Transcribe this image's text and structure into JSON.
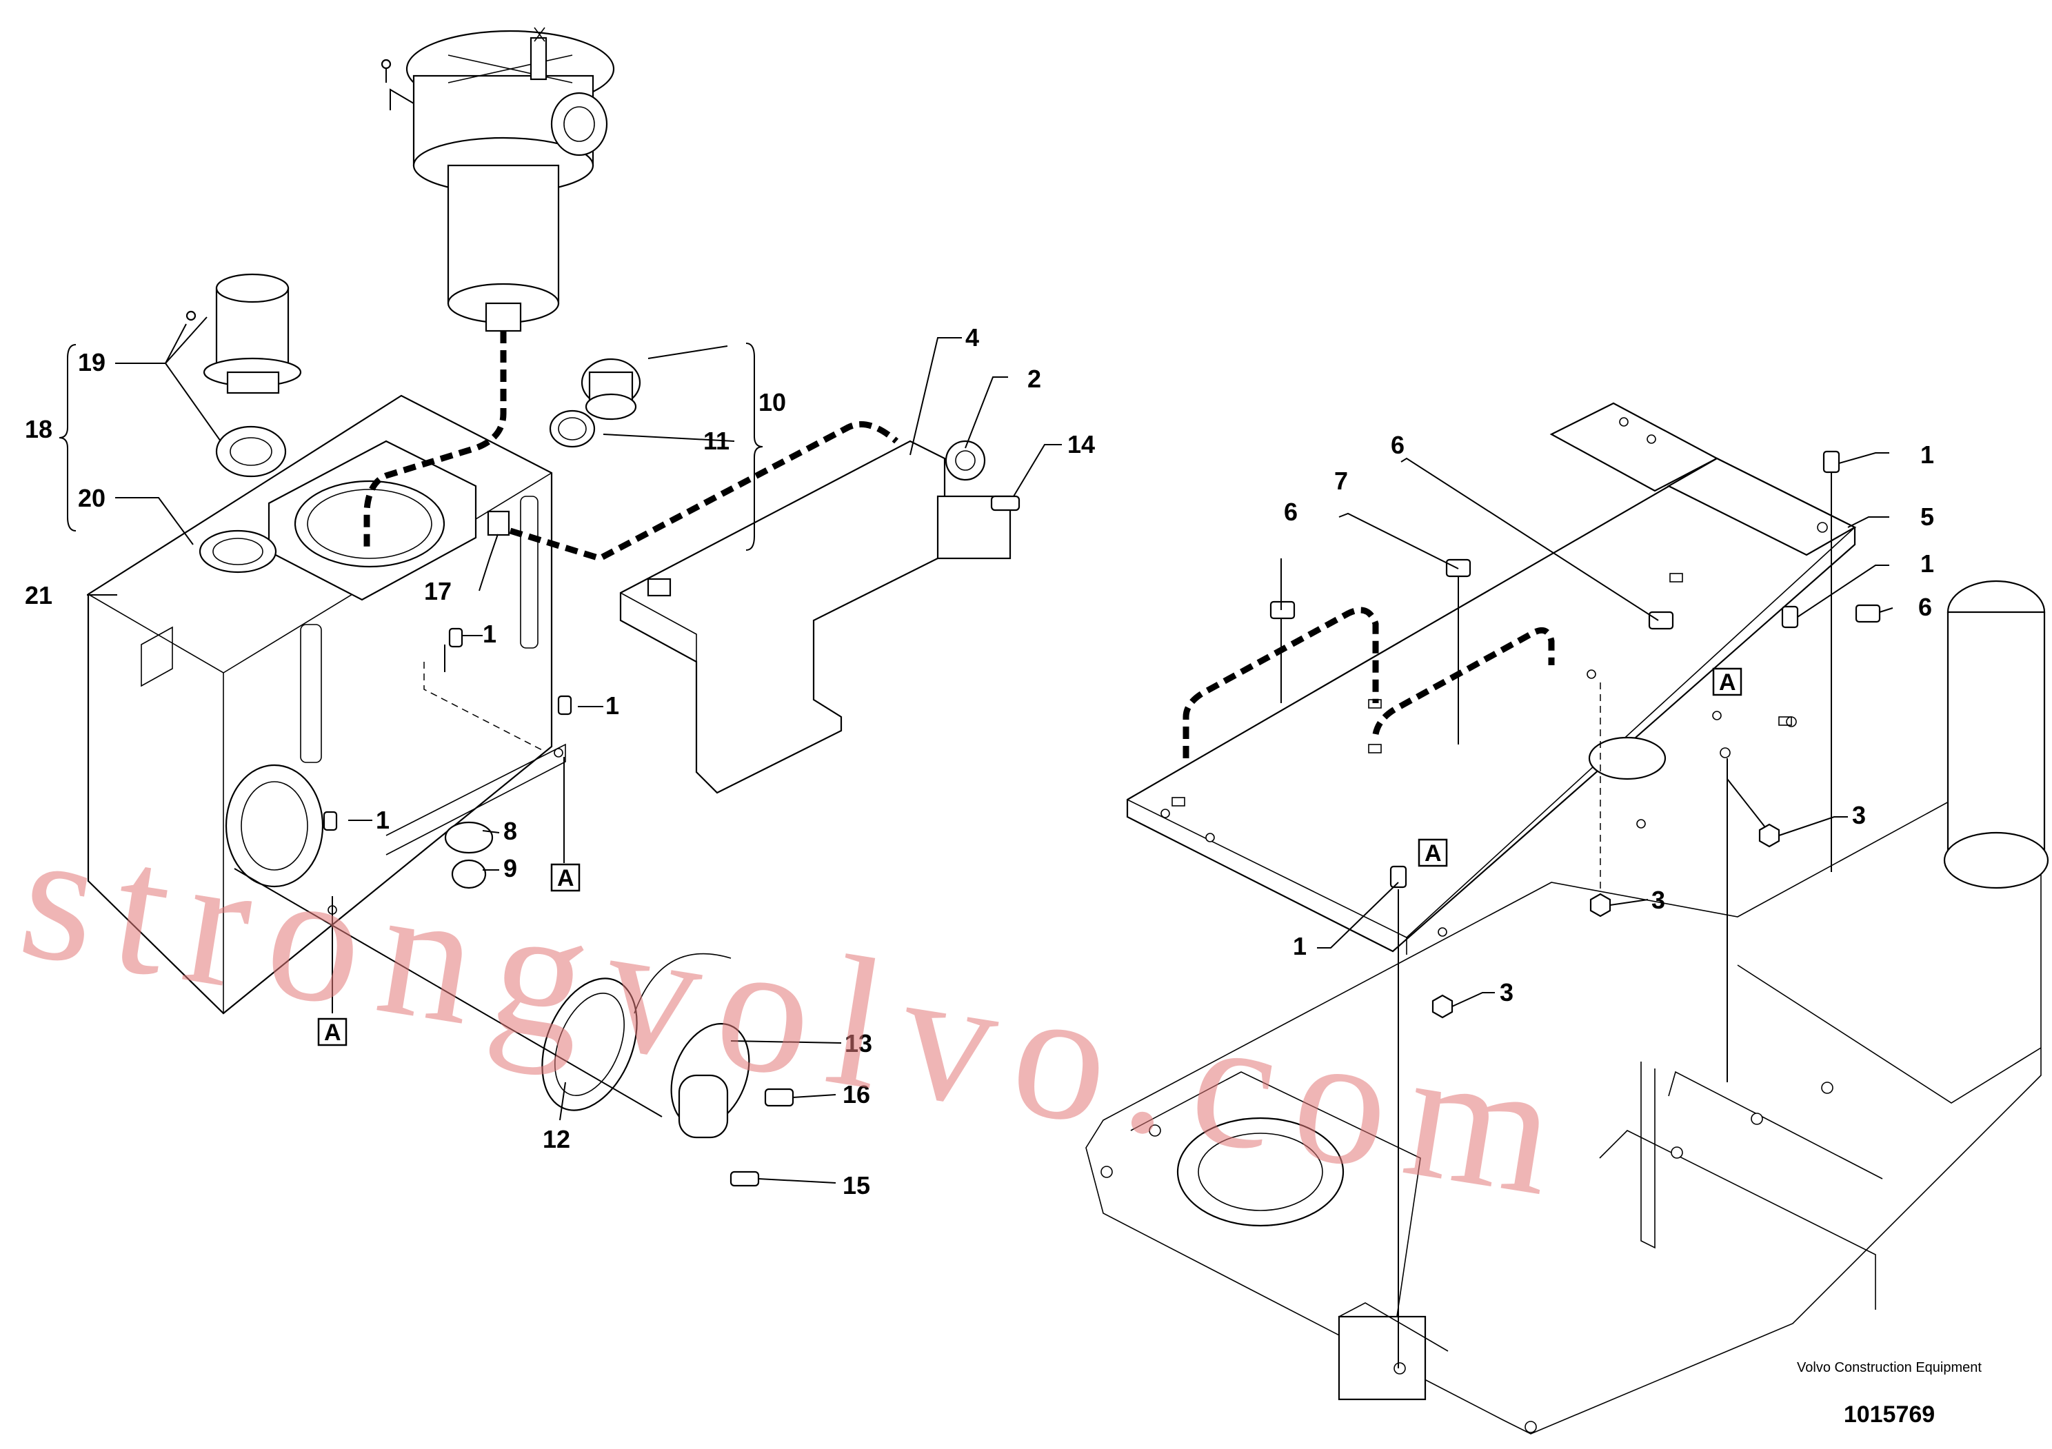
{
  "diagram": {
    "callouts": [
      {
        "id": "c1a",
        "text": "1"
      },
      {
        "id": "c1b",
        "text": "1"
      },
      {
        "id": "c1c",
        "text": "1"
      },
      {
        "id": "c1d",
        "text": "1"
      },
      {
        "id": "c1e",
        "text": "1"
      },
      {
        "id": "c1f",
        "text": "1"
      },
      {
        "id": "c2",
        "text": "2"
      },
      {
        "id": "c3a",
        "text": "3"
      },
      {
        "id": "c3b",
        "text": "3"
      },
      {
        "id": "c3c",
        "text": "3"
      },
      {
        "id": "c4",
        "text": "4"
      },
      {
        "id": "c5",
        "text": "5"
      },
      {
        "id": "c6a",
        "text": "6"
      },
      {
        "id": "c6b",
        "text": "6"
      },
      {
        "id": "c6c",
        "text": "6"
      },
      {
        "id": "c7",
        "text": "7"
      },
      {
        "id": "c8",
        "text": "8"
      },
      {
        "id": "c9",
        "text": "9"
      },
      {
        "id": "c10",
        "text": "10"
      },
      {
        "id": "c11",
        "text": "11"
      },
      {
        "id": "c12",
        "text": "12"
      },
      {
        "id": "c13",
        "text": "13"
      },
      {
        "id": "c14",
        "text": "14"
      },
      {
        "id": "c15",
        "text": "15"
      },
      {
        "id": "c16",
        "text": "16"
      },
      {
        "id": "c17",
        "text": "17"
      },
      {
        "id": "c18",
        "text": "18"
      },
      {
        "id": "c19",
        "text": "19"
      },
      {
        "id": "c20",
        "text": "20"
      },
      {
        "id": "c21",
        "text": "21"
      }
    ],
    "reference_boxes": [
      {
        "id": "ra1",
        "text": "A"
      },
      {
        "id": "ra2",
        "text": "A"
      },
      {
        "id": "ra3",
        "text": "A"
      },
      {
        "id": "ra4",
        "text": "A"
      }
    ],
    "credit": "Volvo Construction Equipment",
    "drawing_number": "1015769",
    "watermark": "strongvolvo.com"
  }
}
